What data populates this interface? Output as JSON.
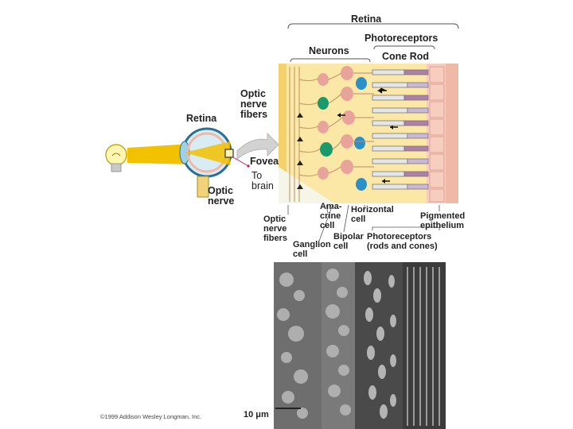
{
  "labels": {
    "retina_top": "Retina",
    "photoreceptors_top": "Photoreceptors",
    "neurons": "Neurons",
    "cone_rod": "Cone  Rod",
    "optic_nerve_fibers_mid": "Optic\nnerve\nfibers",
    "retina_left": "Retina",
    "fovea": "Fovea",
    "to_brain": "To\nbrain",
    "optic_nerve": "Optic\nnerve",
    "amacrine_cell": "Ama-\ncrine\ncell",
    "horizontal_cell": "Horizontal\ncell",
    "pigmented_epithelium": "Pigmented\nepithelium",
    "optic_nerve_fibers_bottom": "Optic\nnerve\nfibers",
    "ganglion_cell": "Ganglion\ncell",
    "bipolar_cell": "Bipolar\ncell",
    "photoreceptors_bottom": "Photoreceptors\n(rods and cones)",
    "scale_bar": "10 μm",
    "copyright": "©1999 Addison Wesley Longman, Inc."
  },
  "colors": {
    "light_beam": "#f2c100",
    "retina_bg": "#fbe7a6",
    "pigment_layer": "#f3b6a4",
    "ganglion_cell": "#1a9a6a",
    "bipolar_cell": "#2b8fc8",
    "neuron_pink": "#e8a49a"
  },
  "icons": [
    "light-bulb-icon",
    "eye-icon",
    "arrow-right-icon"
  ]
}
